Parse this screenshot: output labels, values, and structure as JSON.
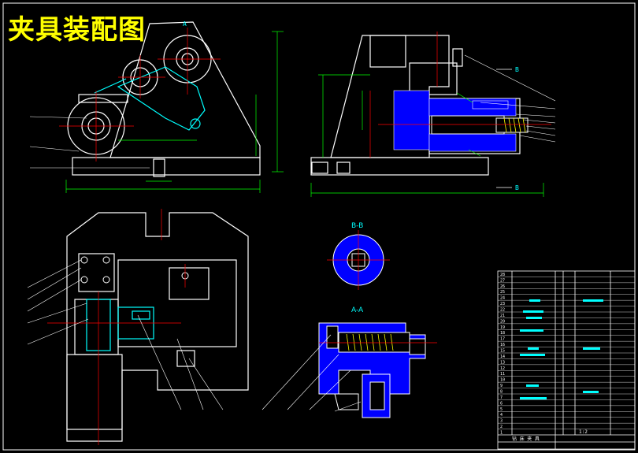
{
  "drawing": {
    "title": "夹具装配图",
    "section_bb": "B-B",
    "section_aa": "A-A",
    "mark_a": "A",
    "mark_b": "B"
  },
  "colors": {
    "background": "#000000",
    "outline": "#ffffff",
    "dimension": "#00ff00",
    "centerline": "#ff0000",
    "hatch": "#0000ff",
    "leader": "#ffffff",
    "accent": "#00ffff",
    "title": "#ffff00"
  },
  "parts_table": {
    "rows": [
      "28",
      "27",
      "26",
      "25",
      "24",
      "23",
      "22",
      "21",
      "20",
      "19",
      "18",
      "17",
      "16",
      "15",
      "14",
      "13",
      "12",
      "11",
      "10",
      "9",
      "8",
      "7",
      "6",
      "5",
      "4",
      "3",
      "2",
      "1"
    ],
    "footer_left": "钻 床 夹 具",
    "footer_right": "1:2"
  }
}
